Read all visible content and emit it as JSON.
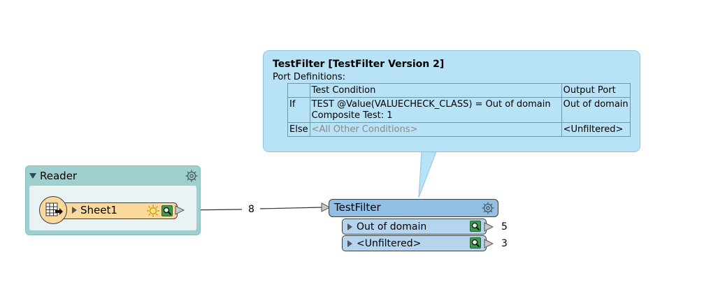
{
  "tooltip": {
    "title": "TestFilter [TestFilter Version 2]",
    "subtitle": "Port Definitions:",
    "headers": {
      "test_condition": "Test Condition",
      "output_port": "Output Port"
    },
    "rows": [
      {
        "type": "If",
        "condition_line1": "TEST @Value(VALUECHECK_CLASS) = Out of domain",
        "condition_line2": "Composite Test: 1",
        "port": "Out of domain"
      },
      {
        "type": "Else",
        "condition_line1": "<All Other Conditions>",
        "port": "<Unfiltered>"
      }
    ]
  },
  "reader": {
    "label": "Reader",
    "feature_type": "Sheet1",
    "icons": [
      "expand-triangle-icon",
      "gear-icon",
      "spreadsheet-reader-icon",
      "sun-gear-icon",
      "inspect-magnifier-icon",
      "output-arrow-icon"
    ]
  },
  "connection": {
    "count": "8"
  },
  "transformer": {
    "label": "TestFilter",
    "ports": [
      {
        "label": "Out of domain",
        "count": "5"
      },
      {
        "label": "<Unfiltered>",
        "count": "3"
      }
    ]
  },
  "colors": {
    "tooltip_bg": "#b8e2f6",
    "reader_bg": "#9fd0cf",
    "feature_type_bg": "#fbd89b",
    "transformer_bg": "#93bfe5",
    "port_bg": "#b7d4ef"
  }
}
